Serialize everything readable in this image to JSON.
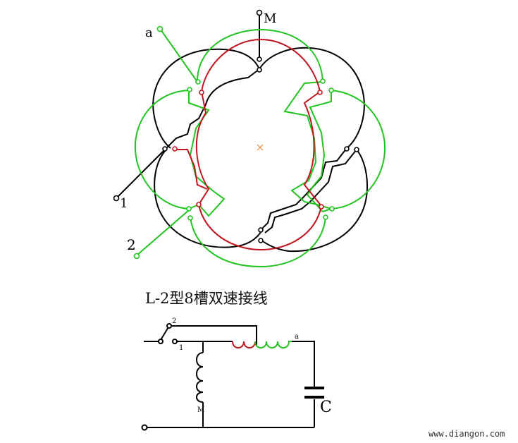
{
  "diagram": {
    "title": "L-2型8槽双速接线",
    "terminals": {
      "top": "M",
      "upper_left": "a",
      "left_1": "1",
      "left_2": "2"
    },
    "schematic": {
      "switch_label_2": "2",
      "switch_label_1": "1",
      "coil_label_a": "a",
      "coil_label_m": "M",
      "capacitor_label": "C"
    },
    "watermark": "www.diangon.com",
    "colors": {
      "main_winding": "#000000",
      "aux_winding_green": "#22c41f",
      "aux_winding_red": "#c0141e",
      "center_mark": "#e07b2a"
    }
  }
}
